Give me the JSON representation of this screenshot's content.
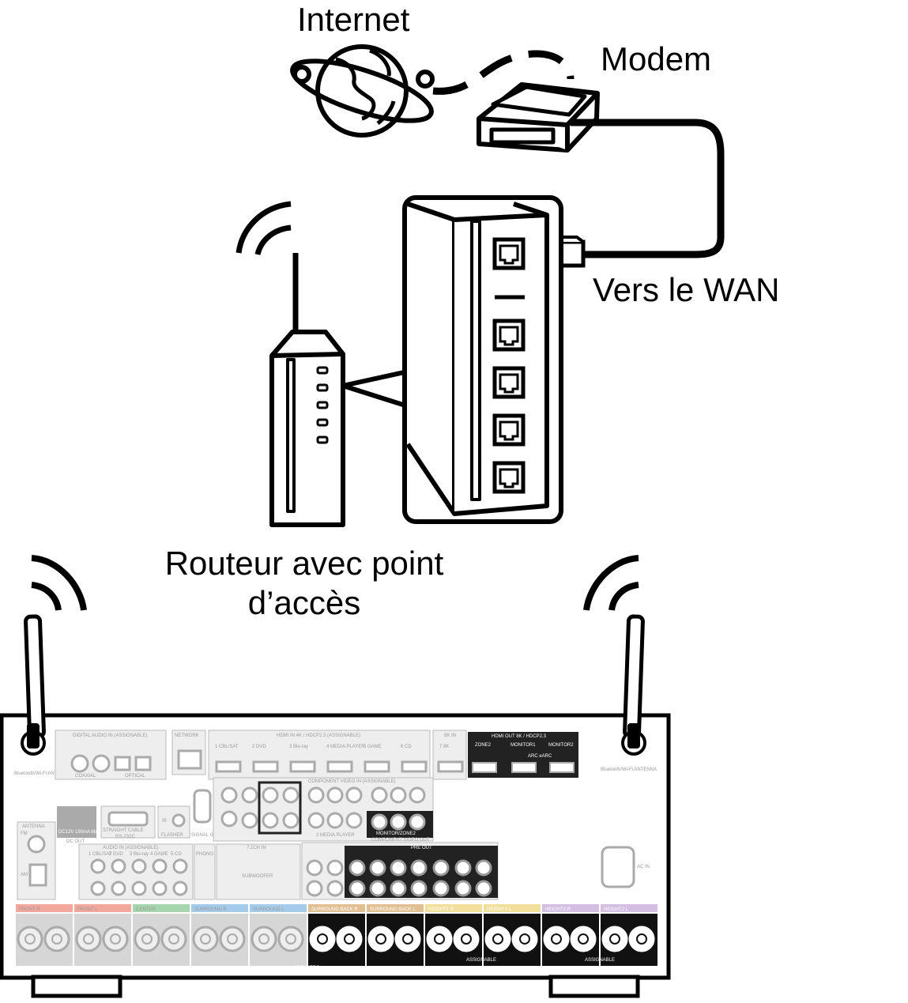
{
  "labels": {
    "internet": "Internet",
    "modem": "Modem",
    "wan": "Vers le WAN",
    "router_line1": "Routeur avec point",
    "router_line2": "d’accès"
  },
  "panel": {
    "digital_audio_in": "DIGITAL AUDIO IN (ASSIGNABLE)",
    "network": "NETWORK",
    "hdmi_in": "HDMI IN   4K / HDCP2.3  (ASSIGNABLE)",
    "hdmi_inputs": [
      "1 CBL/SAT",
      "2 DVD",
      "3 Blu-ray",
      "4 MEDIA PLAYER",
      "5 GAME",
      "6 CD"
    ],
    "eight_k_in": "8K IN",
    "eight_k_port": "7 8K",
    "hdmi_out": "HDMI OUT   8K / HDCP2.3",
    "zone2": "ZONE2",
    "monitor1": "MONITOR1",
    "monitor2": "MONITOR2",
    "arc": "ARC eARC",
    "bt_antenna": "Bluetooth/Wi-Fi ANTENNA",
    "coaxial": "COAXIAL",
    "optical": "OPTICAL",
    "rs232c": "RS-232C",
    "straight_cable": "STRAIGHT CABLE",
    "flasher": "FLASHER",
    "dc_out": "DC OUT",
    "dc_out_spec": "DC12V 150mA MAX.",
    "ir": "IR",
    "signal_gnd": "SIGNAL GND",
    "antenna": "ANTENNA",
    "fm": "FM",
    "am": "AM",
    "audio_in": "AUDIO IN (ASSIGNABLE)",
    "audio_in_labels": [
      "1 CBL/SAT",
      "2 DVD",
      "3 Blu-ray",
      "4 GAME",
      "5 CD"
    ],
    "phono": "PHONO",
    "ch71_in": "7.1CH IN",
    "front": "FRONT",
    "center": "CENTER",
    "surround": "SURROUND",
    "surround_back": "SURROUND BACK",
    "subwoofer": "SUBWOOFER",
    "pre_out": "PRE OUT",
    "component_video_in": "COMPONENT VIDEO IN (ASSIGNABLE)",
    "component_video_out": "COMPONENT VIDEO OUT",
    "monitor_zone2": "MONITOR/ZONE2",
    "media_player": "2 MEDIA PLAYER",
    "ac_in": "AC IN",
    "speakers": "SPEAKERS",
    "assignable": "ASSIGNABLE",
    "speaker_groups": [
      "FRONT R",
      "FRONT L",
      "CENTER",
      "SURROUND R",
      "SURROUND L",
      "SURROUND BACK R",
      "SURROUND BACK L",
      "HEIGHT1 R",
      "HEIGHT1 L",
      "HEIGHT2 R",
      "HEIGHT2 L"
    ]
  },
  "colors": {
    "line": "#000000",
    "panel_gray": "#c8c8c8",
    "front": "#e8604c",
    "center": "#5bb56a",
    "surround": "#5aa0d8",
    "surround_back": "#c98a3a",
    "height1": "#e9c44a",
    "height2": "#b089c9"
  }
}
